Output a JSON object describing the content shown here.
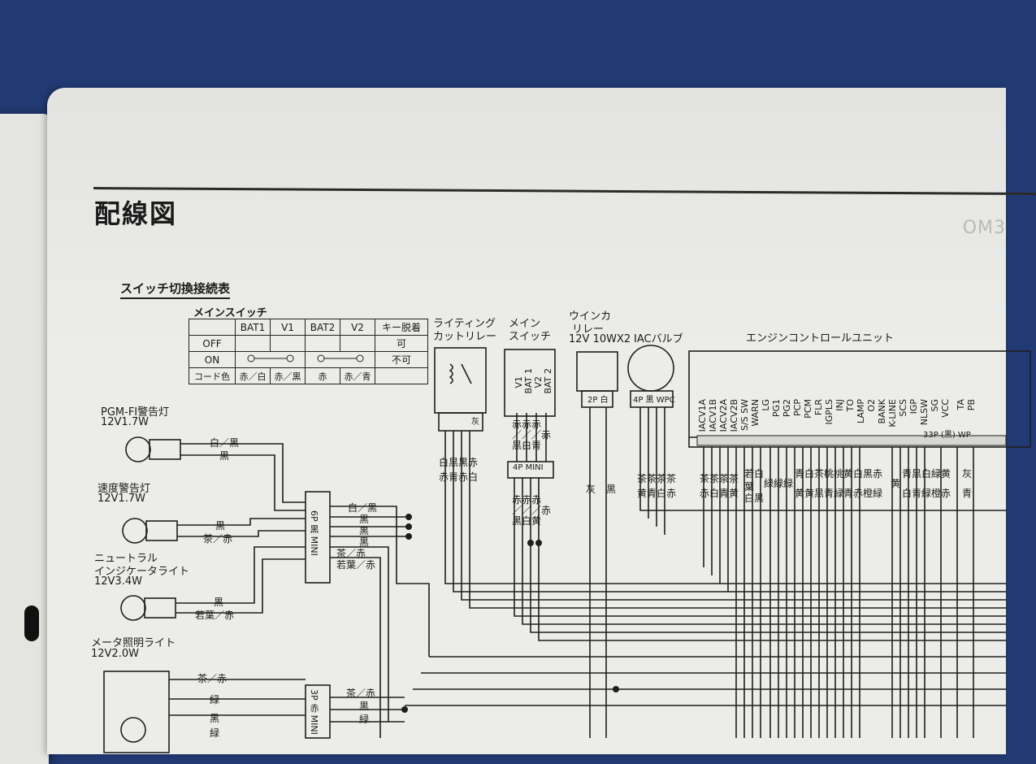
{
  "document": {
    "title": "配線図",
    "corner_code": "OM3",
    "switch_table_title": "スイッチ切換接続表",
    "main_switch_label": "メインスイッチ",
    "switch_table": {
      "headers": [
        "",
        "BAT1",
        "V1",
        "BAT2",
        "V2",
        "キー脱着"
      ],
      "rows": [
        {
          "label": "OFF",
          "key": "可"
        },
        {
          "label": "ON",
          "key": "不可"
        },
        {
          "label": "コード色",
          "bat1": "赤／白",
          "v1": "赤／黒",
          "bat2": "赤",
          "v2": "赤／青"
        }
      ]
    },
    "components": {
      "lighting_relay": [
        "ライティング",
        "カットリレー"
      ],
      "main_switch": [
        "メイン",
        "スイッチ"
      ],
      "winker_relay": [
        "ウインカ",
        "リレー",
        "12V 10WX2"
      ],
      "iac_valve": "IACバルブ",
      "ecu": "エンジンコントロールユニット",
      "pgm_fi_lamp": [
        "PGM-FI警告灯",
        "12V1.7W"
      ],
      "speed_lamp": [
        "速度警告灯",
        "12V1.7W"
      ],
      "neutral_lamp": [
        "ニュートラル",
        "インジケータライト",
        "12V3.4W"
      ],
      "meter_light": [
        "メータ照明ライト",
        "12V2.0W"
      ]
    },
    "connectors": {
      "c6p": "6P 黒 MINI",
      "c4p_mini": "4P MINI",
      "c2p": "2P 白",
      "c4p_wpc": "4P 黒 WPC",
      "c3p": "3P 赤 MINI",
      "c33p": "33P (黒) WP"
    },
    "main_switch_pins": [
      "V1",
      "BAT 1",
      "V2",
      "BAT 2"
    ],
    "relay_pin": "灰",
    "ecu_pins": [
      "IACV1A",
      "IACV1B",
      "IACV2A",
      "IACV2B",
      "S/S SW",
      "WARN",
      "LG",
      "PG1",
      "PG2",
      "PCP",
      "PCM",
      "FLR",
      "IGPLS",
      "INJ",
      "TO",
      "LAMP",
      "O2",
      "BANK",
      "K-LINE",
      "SCS",
      "IGP",
      "NLSW",
      "SG",
      "VCC",
      "TA",
      "PB"
    ],
    "wire_labels": {
      "pgm_fi": [
        "白／黒",
        "黒"
      ],
      "speed": [
        "黒",
        "茶／赤"
      ],
      "neutral": [
        "黒",
        "若葉／赤"
      ],
      "meter": [
        "茶／赤",
        "緑",
        "黒",
        "緑"
      ],
      "c6p_right": [
        "白／黒",
        "黒",
        "黒",
        "黒",
        "茶／赤",
        "若葉／赤"
      ],
      "c3p_right": [
        "茶／赤",
        "黒",
        "緑"
      ],
      "relay_top": "白黒黒赤",
      "relay_bottom": "赤青赤白",
      "switch_top1": "赤赤赤",
      "switch_top2": "／／／赤",
      "switch_top3": "黒白青",
      "switch_mid1": "赤赤赤",
      "switch_mid2": "／／／赤",
      "switch_mid3": "黒白黄",
      "winker": [
        "灰",
        "黒"
      ],
      "iac_top": "茶茶茶茶",
      "iac_bottom": "黄青白赤",
      "ecu_top_a": "茶茶茶茶",
      "ecu_top_b": "若白",
      "ecu_top_c": "緑緑緑",
      "ecu_top_d": "青白茶桃桃黄白黒赤",
      "ecu_top_e": "青黒白緑黄",
      "ecu_top_f": "灰",
      "ecu_bot_a": "赤白青黄",
      "ecu_bot_b": "葉",
      "ecu_bot_c": "白黒",
      "ecu_bot_d": "黄黄黒青緑青赤橙緑",
      "ecu_bot_e": "黄",
      "ecu_bot_f": "白青緑橙赤",
      "ecu_bot_g": "青"
    }
  }
}
